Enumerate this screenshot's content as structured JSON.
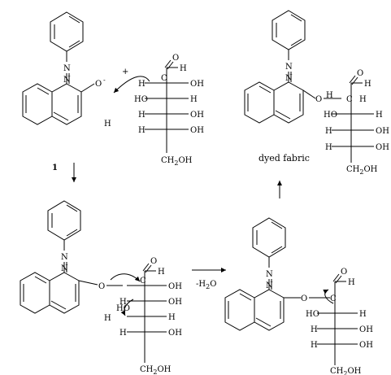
{
  "labels": {
    "plus": "+",
    "compound_number": "1",
    "minus_water": "-H",
    "water_subscript": "2",
    "water_o": "O",
    "dyed_fabric": "dyed fabric"
  },
  "atoms": {
    "N": "N",
    "O": "O",
    "H": "H",
    "C": "C",
    "OH": "OH",
    "HO": "HO",
    "CH2OH": "CH",
    "CH2OH_sub": "2",
    "CH2OH_tail": "OH"
  }
}
